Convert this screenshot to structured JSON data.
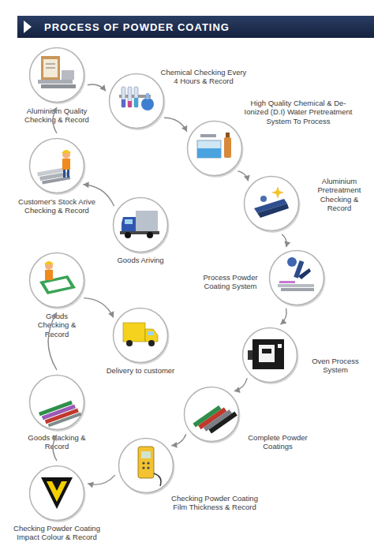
{
  "diagram": {
    "title": "PROCESS OF POWDER COATING",
    "nodes": [
      {
        "text": [
          "Aluminium Quality Checking & Record"
        ]
      },
      {
        "text": [
          "Chemical Checking Every 4 Hours & Record"
        ]
      },
      {
        "text": [
          "High Quality Chemical & De-Ionized (D.I) Water Pretreatment System To Process"
        ]
      },
      {
        "text": [
          "Aluminium Pretreatment Checking & Record"
        ]
      },
      {
        "text": [
          "Process Powder Coating System"
        ]
      },
      {
        "text": [
          "Oven Process System"
        ]
      },
      {
        "text": [
          "Complete Powder Coatings"
        ]
      },
      {
        "text": [
          "Checking Powder Coating Film Thickness & Record"
        ]
      },
      {
        "text": [
          "Checking Powder Coating Impact Colour & Record"
        ]
      },
      {
        "text": [
          "Goods Packing & Record"
        ]
      },
      {
        "text": [
          "Goods Checking & Record"
        ]
      },
      {
        "text": [
          "Delivery to customer"
        ]
      },
      {
        "text": [
          "Goods Ariving"
        ]
      },
      {
        "text": [
          "Customer's Stock Arive Checking & Record"
        ]
      }
    ],
    "edges": [
      {
        "from": 0,
        "to": 1,
        "arrow": "to"
      },
      {
        "from": 1,
        "to": 2,
        "arrow": "to"
      },
      {
        "from": 2,
        "to": 3,
        "arrow": "to"
      },
      {
        "from": 3,
        "to": 4,
        "arrow": "to"
      },
      {
        "from": 4,
        "to": 5,
        "arrow": "to"
      },
      {
        "from": 5,
        "to": 6,
        "arrow": "to"
      },
      {
        "from": 6,
        "to": 7,
        "arrow": "to"
      },
      {
        "from": 7,
        "to": 8,
        "arrow": "to"
      },
      {
        "from": 8,
        "to": 9,
        "arrow": "to"
      },
      {
        "from": 9,
        "to": 10,
        "arrow": "to"
      },
      {
        "from": 10,
        "to": 11,
        "arrow": "to"
      },
      {
        "from": 12,
        "to": 13,
        "arrow": "to"
      },
      {
        "from": 13,
        "to": 0,
        "arrow": "to"
      }
    ]
  }
}
